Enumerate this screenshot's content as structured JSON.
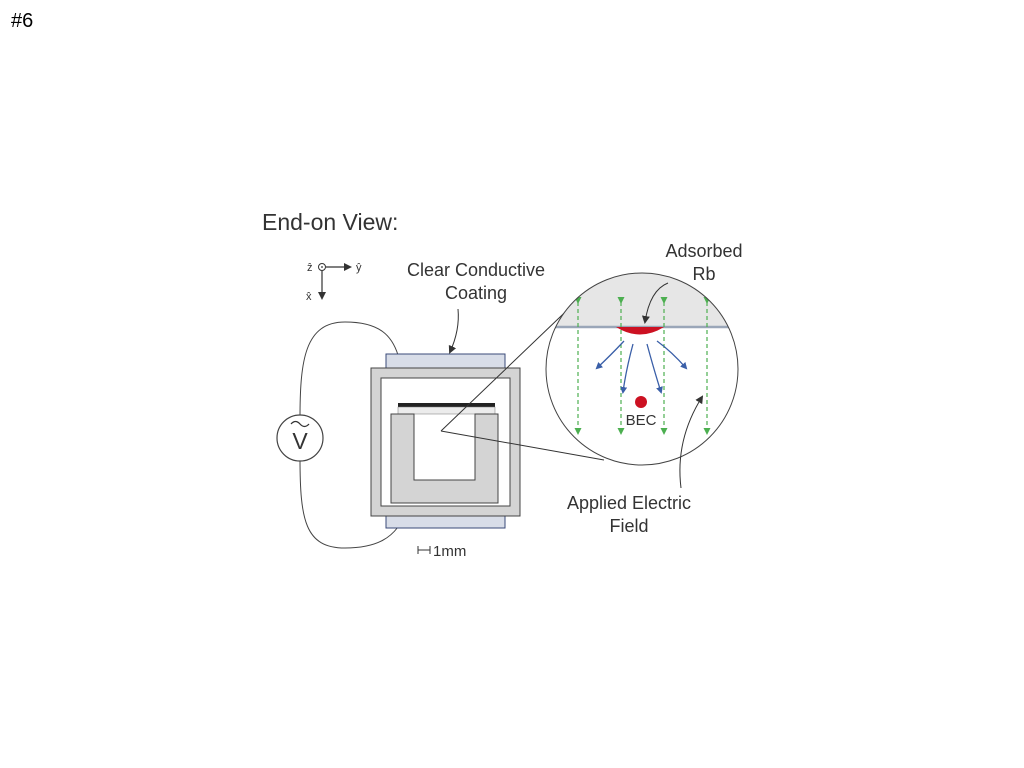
{
  "slide_number": "#6",
  "title": "End-on View:",
  "labels": {
    "coating_line1": "Clear Conductive",
    "coating_line2": "Coating",
    "adsorbed_line1": "Adsorbed",
    "adsorbed_line2": "Rb",
    "field_line1": "Applied Electric",
    "field_line2": "Field",
    "bec": "BEC",
    "scale": "1mm",
    "voltage": "V",
    "axis_z": "ẑ",
    "axis_y": "ŷ",
    "axis_x": "x̂"
  },
  "colors": {
    "field_lines": "#4caf50",
    "atoms": "#cc1122",
    "flow_arrows": "#3a5fa8",
    "glass_gray": "#d4d4d4",
    "coating": "#d8dde8",
    "stroke": "#333333"
  },
  "icons": {
    "voltage_source": "ac-voltage-source-icon",
    "coordinate_axes": "axes-icon"
  }
}
